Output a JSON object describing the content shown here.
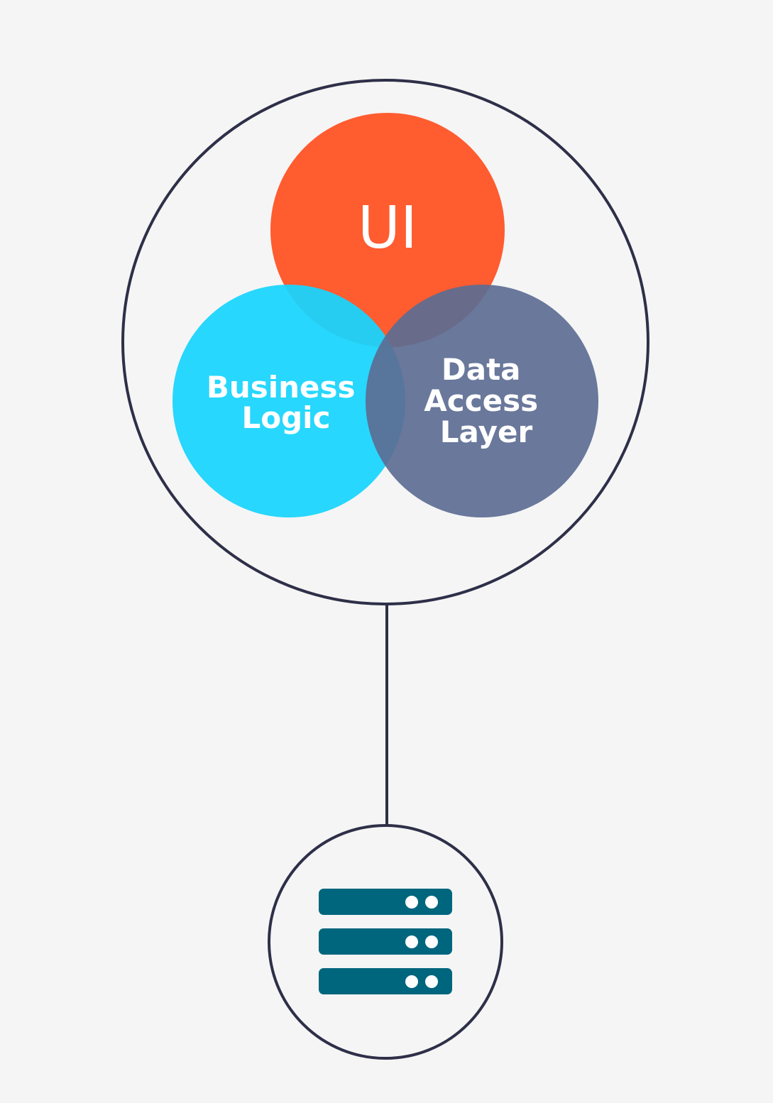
{
  "diagram": {
    "circles": {
      "ui": {
        "label": "UI",
        "color": "#ff5c30"
      },
      "business_logic": {
        "lines": [
          "Business",
          "Logic"
        ],
        "color": "#19d5fd"
      },
      "data_access": {
        "lines": [
          "Data",
          "Access",
          "Layer"
        ],
        "color": "#5c6d92"
      }
    },
    "outer_ring_color": "#2e2f48",
    "database_icon": {
      "icon": "server-stack-icon",
      "color": "#00667d",
      "slots": 3
    },
    "background": "#f5f5f5"
  }
}
